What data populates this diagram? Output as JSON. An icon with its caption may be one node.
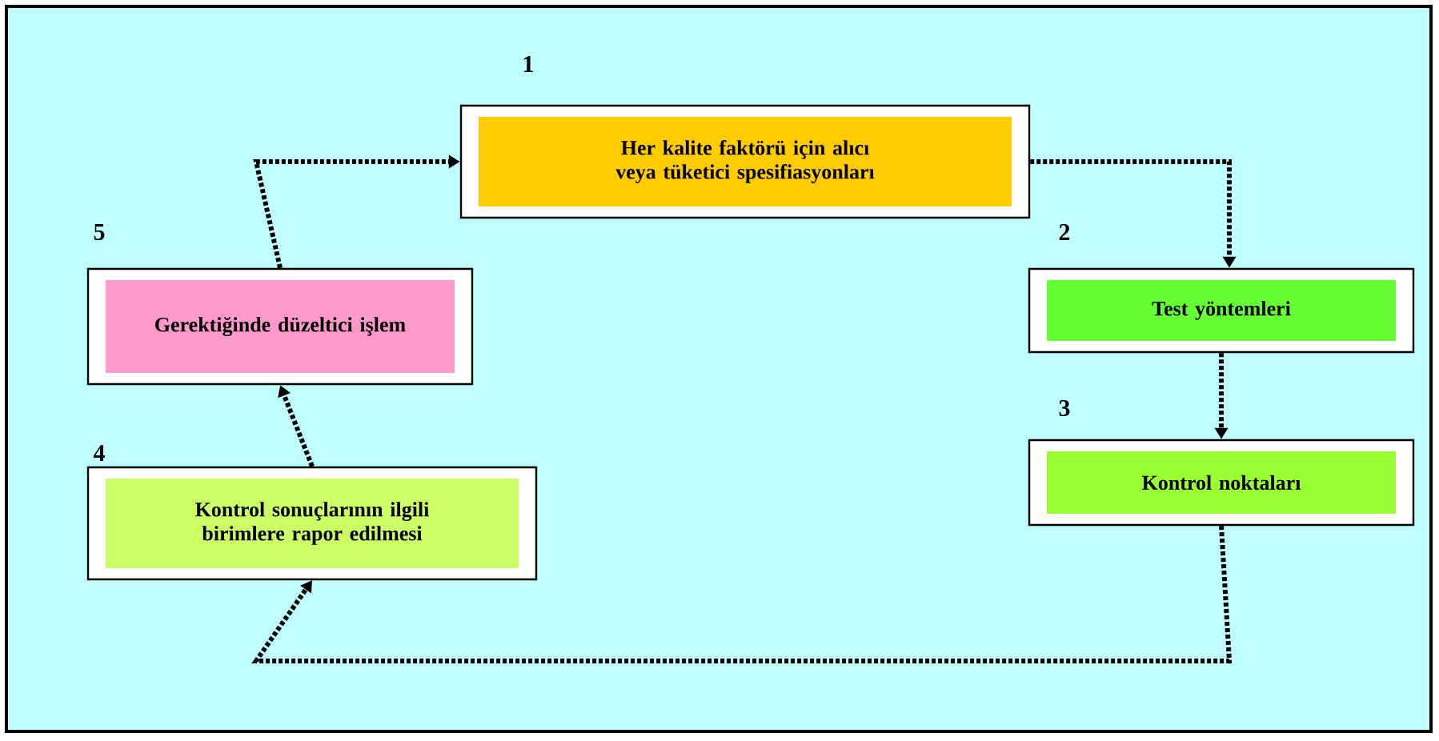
{
  "diagram": {
    "nodes": [
      {
        "text": [
          "Her kalite faktörü için alıcı veya tüketici spesifiasyonları"
        ],
        "beside": [
          "1"
        ]
      },
      {
        "text": [
          "Test yöntemleri"
        ],
        "beside": [
          "2"
        ]
      },
      {
        "text": [
          "Kontrol noktaları"
        ],
        "beside": [
          "3"
        ]
      },
      {
        "text": [
          "Kontrol sonuçlarının ilgili birimlere rapor edilmesi"
        ],
        "beside": [
          "4"
        ]
      },
      {
        "text": [
          "Gerektiğinde düzeltici işlem"
        ],
        "beside": [
          "5"
        ]
      }
    ],
    "edges": [
      {
        "from": 0,
        "to": 1,
        "arrow": "to"
      },
      {
        "from": 1,
        "to": 2,
        "arrow": "to"
      },
      {
        "from": 2,
        "to": 3,
        "arrow": "to"
      },
      {
        "from": 3,
        "to": 4,
        "arrow": "to"
      },
      {
        "from": 4,
        "to": 0,
        "arrow": "to"
      }
    ]
  }
}
